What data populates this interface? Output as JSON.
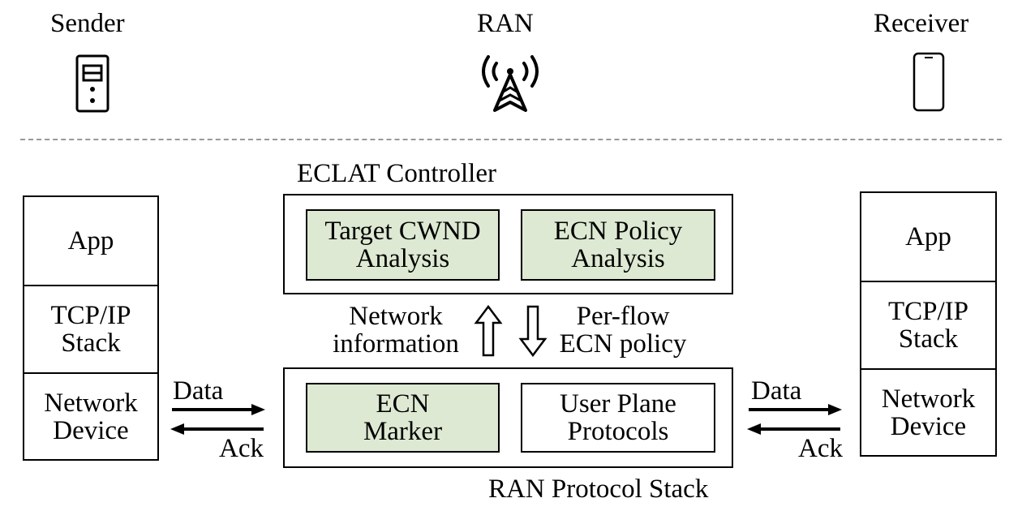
{
  "header": {
    "sender_label": "Sender",
    "ran_label": "RAN",
    "receiver_label": "Receiver",
    "sender_icon": "server-tower-icon",
    "ran_icon": "cell-tower-icon",
    "receiver_icon": "smartphone-icon"
  },
  "sender_stack": {
    "app": "App",
    "tcpip_line1": "TCP/IP",
    "tcpip_line2": "Stack",
    "device_line1": "Network",
    "device_line2": "Device"
  },
  "receiver_stack": {
    "app": "App",
    "tcpip_line1": "TCP/IP",
    "tcpip_line2": "Stack",
    "device_line1": "Network",
    "device_line2": "Device"
  },
  "controller": {
    "title": "ECLAT Controller",
    "target_line1": "Target CWND",
    "target_line2": "Analysis",
    "policy_line1": "ECN Policy",
    "policy_line2": "Analysis"
  },
  "flows": {
    "up_line1": "Network",
    "up_line2": "information",
    "down_line1": "Per-flow",
    "down_line2": "ECN policy"
  },
  "ran_stack": {
    "title": "RAN Protocol Stack",
    "marker_line1": "ECN",
    "marker_line2": "Marker",
    "upp_line1": "User Plane",
    "upp_line2": "Protocols"
  },
  "links": {
    "left_data": "Data",
    "left_ack": "Ack",
    "right_data": "Data",
    "right_ack": "Ack"
  },
  "colors": {
    "highlight": "#dde9d2",
    "divider": "#999999"
  }
}
